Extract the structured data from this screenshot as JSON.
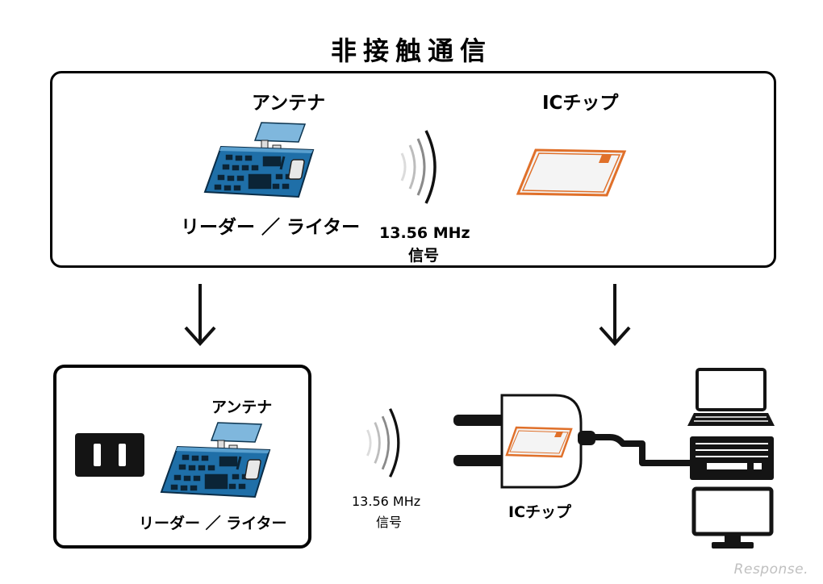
{
  "title": "非接触通信",
  "top": {
    "antenna_label": "アンテナ",
    "reader_label": "リーダー ／ ライター",
    "signal_freq": "13.56 MHz",
    "signal_word": "信号",
    "chip_label": "ICチップ"
  },
  "bottom": {
    "antenna_label": "アンテナ",
    "reader_label": "リーダー ／ ライター",
    "signal_freq": "13.56 MHz",
    "signal_word": "信号",
    "chip_label": "ICチップ"
  },
  "watermark": "Response.",
  "colors": {
    "board": "#1f6fa8",
    "chip_border": "#e0702a",
    "chip_fill": "#f4f4f4"
  },
  "icons": [
    "reader-writer-board-icon",
    "radio-wave-icon",
    "ic-card-icon",
    "down-arrow-icon",
    "outlet-icon",
    "plug-icon",
    "laptop-icon",
    "desktop-pc-icon",
    "monitor-icon"
  ]
}
